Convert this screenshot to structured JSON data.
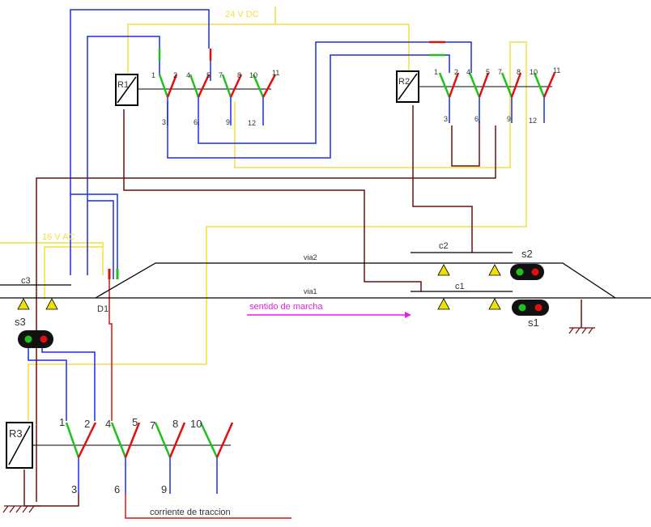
{
  "labels": {
    "supply_24v": "24 V DC",
    "supply_16v": "16 V AC",
    "track_via2": "via2",
    "track_via1": "via1",
    "direction": "sentido de marcha",
    "traction": "corriente de traccion",
    "turnout": "D1"
  },
  "relays": [
    {
      "name": "R1",
      "contacts": [
        "1",
        "2",
        "4",
        "5",
        "7",
        "8",
        "10",
        "11"
      ],
      "commons": [
        "3",
        "6",
        "9",
        "12"
      ]
    },
    {
      "name": "R2",
      "contacts": [
        "1",
        "2",
        "4",
        "5",
        "7",
        "8",
        "10",
        "11"
      ],
      "commons": [
        "3",
        "6",
        "9",
        "12"
      ]
    },
    {
      "name": "R3",
      "contacts": [
        "1",
        "2",
        "4",
        "5",
        "7",
        "8",
        "10"
      ],
      "commons": [
        "3",
        "6",
        "9"
      ]
    }
  ],
  "contacts_sections": [
    {
      "name": "c1"
    },
    {
      "name": "c2"
    },
    {
      "name": "c3"
    }
  ],
  "signals": [
    {
      "name": "s1"
    },
    {
      "name": "s2"
    },
    {
      "name": "s3"
    }
  ],
  "colors": {
    "blue": "#1a2ee0",
    "yellow": "#f0e040",
    "brown": "#6a1010",
    "red": "#e01010",
    "green": "#20c020",
    "black": "#000000",
    "sensor": "#f0e000",
    "magenta": "#e020e0"
  }
}
